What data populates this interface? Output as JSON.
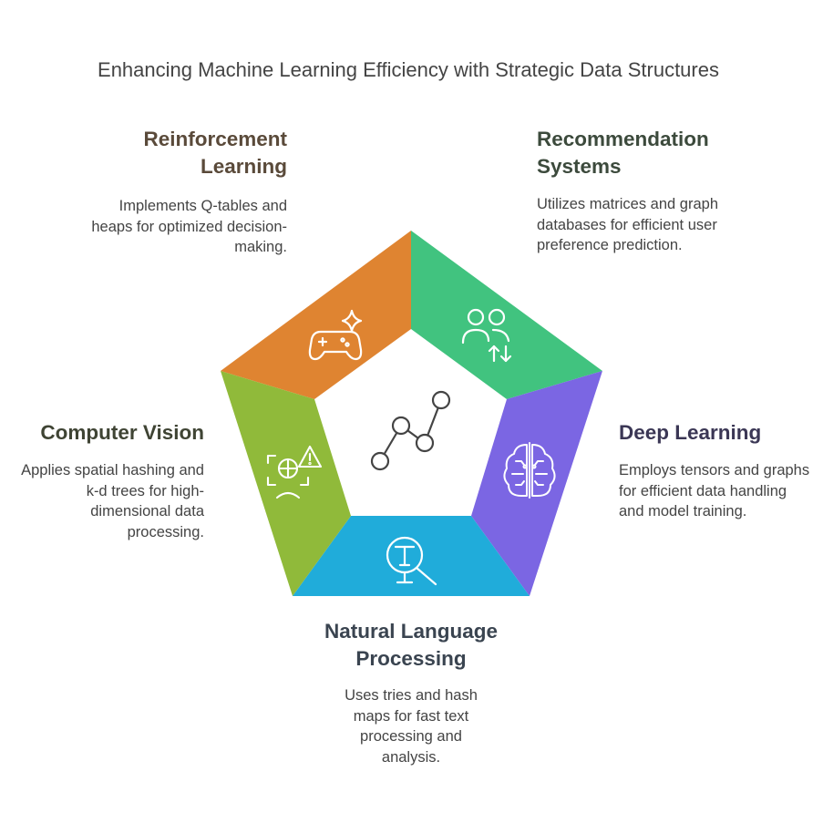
{
  "title": "Enhancing Machine Learning Efficiency with Strategic Data Structures",
  "colors": {
    "reinforcement": "#DF8431",
    "recommendation": "#41C37F",
    "deep_learning": "#7B66E3",
    "nlp": "#20ACDA",
    "computer_vision": "#90BA3A",
    "text": "#444444"
  },
  "sections": {
    "reinforcement": {
      "heading": "Reinforcement Learning",
      "description": "Implements Q-tables and heaps for optimized decision-making.",
      "icon": "game-controller-sparkle-icon",
      "heading_color": "#5A4A3A"
    },
    "recommendation": {
      "heading": "Recommendation Systems",
      "description": "Utilizes matrices and graph databases for efficient user preference prediction.",
      "icon": "users-swap-icon",
      "heading_color": "#3C4A3C"
    },
    "deep_learning": {
      "heading": "Deep Learning",
      "description": "Employs tensors and graphs for efficient data handling and model training.",
      "icon": "circuit-brain-icon",
      "heading_color": "#3B3755"
    },
    "nlp": {
      "heading": "Natural Language Processing",
      "description": "Uses tries and hash maps for fast text processing and analysis.",
      "icon": "text-search-icon",
      "heading_color": "#3A4450"
    },
    "computer_vision": {
      "heading": "Computer Vision",
      "description": "Applies spatial hashing and k-d trees for high-dimensional data processing.",
      "icon": "face-scan-alert-icon",
      "heading_color": "#3F4434"
    }
  },
  "center_icon": "line-chart-icon"
}
